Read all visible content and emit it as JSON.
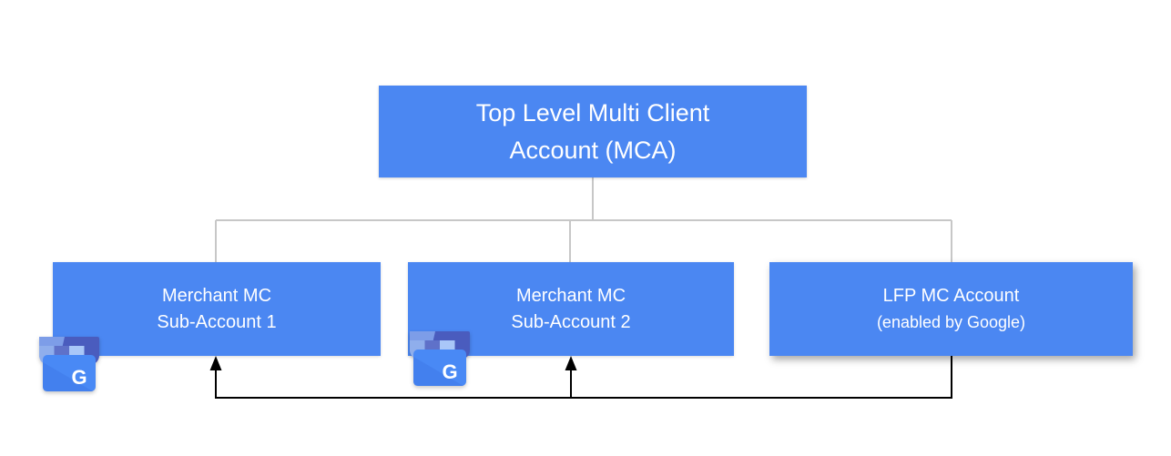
{
  "diagram": {
    "nodes": {
      "mca": {
        "line1": "Top Level Multi Client",
        "line2": "Account (MCA)"
      },
      "sub1": {
        "line1": "Merchant MC",
        "line2": "Sub-Account 1"
      },
      "sub2": {
        "line1": "Merchant MC",
        "line2": "Sub-Account 2"
      },
      "lfp": {
        "line1": "LFP MC Account",
        "line2": "(enabled by Google)"
      }
    },
    "edges": [
      {
        "from": "mca",
        "to": "sub1",
        "style": "tree"
      },
      {
        "from": "mca",
        "to": "sub2",
        "style": "tree"
      },
      {
        "from": "mca",
        "to": "lfp",
        "style": "tree"
      },
      {
        "from": "lfp",
        "to": "sub1",
        "style": "arrow"
      },
      {
        "from": "lfp",
        "to": "sub2",
        "style": "arrow"
      }
    ],
    "icons": {
      "business1": {
        "name": "google-business-icon",
        "letter": "G"
      },
      "business2": {
        "name": "google-business-icon",
        "letter": "G"
      }
    },
    "colors": {
      "node_fill": "#4b87f2",
      "node_text": "#ffffff",
      "tree_connector": "#c7c7c7",
      "feed_connector": "#000000",
      "background": "#ffffff"
    }
  }
}
